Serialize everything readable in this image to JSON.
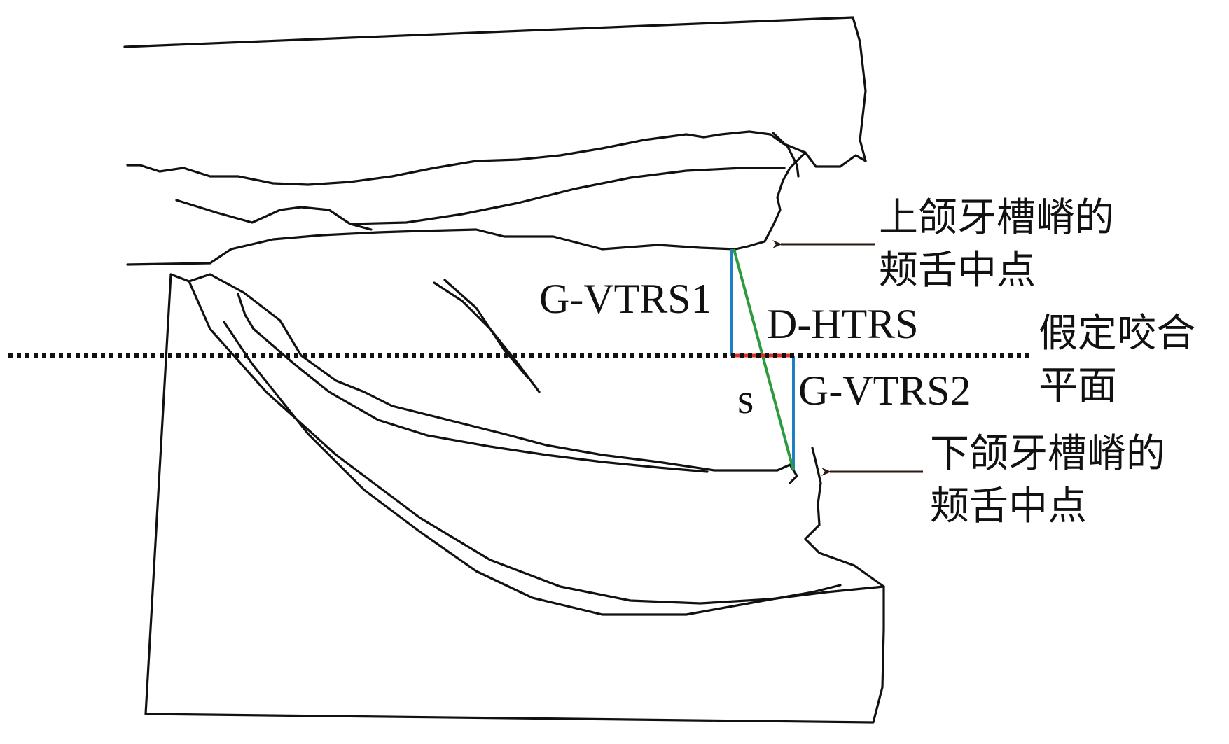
{
  "labels": {
    "upper_point_line1": "上颌牙槽嵴的",
    "upper_point_line2": "颊舌中点",
    "lower_point_line1": "下颌牙槽嵴的",
    "lower_point_line2": "颊舌中点",
    "occlusal_plane_line1": "假定咬合",
    "occlusal_plane_line2": "平面",
    "g_vtrs1": "G-VTRS1",
    "g_vtrs2": "G-VTRS2",
    "d_htrs": "D-HTRS",
    "s": "s"
  },
  "colors": {
    "outline": "#111111",
    "vertical_distance": "#1f7fc4",
    "diagonal_distance": "#2e9a3e",
    "horizontal_distance": "#d8322b",
    "occlusal_plane": "#111111",
    "arrow": "#2a1a12"
  }
}
